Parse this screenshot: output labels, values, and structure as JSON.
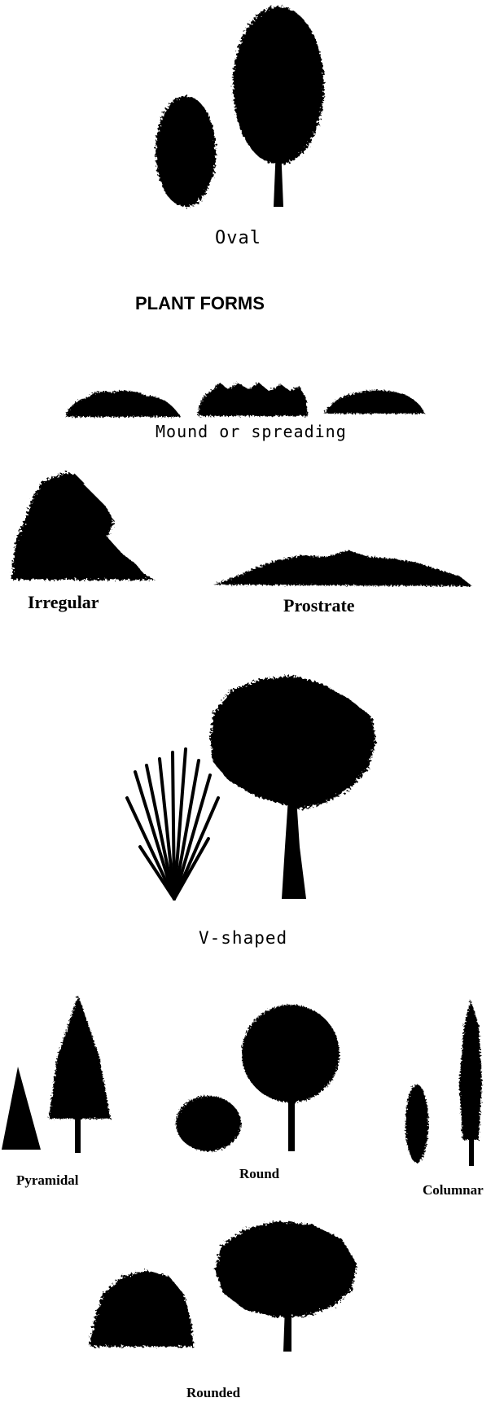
{
  "labels": {
    "oval": "Oval",
    "title": "PLANT FORMS",
    "mound": "Mound or spreading",
    "irregular": "Irregular",
    "prostrate": "Prostrate",
    "vshaped": "V-shaped",
    "pyramidal": "Pyramidal",
    "round": "Round",
    "columnar": "Columnar",
    "rounded": "Rounded"
  },
  "colors": {
    "silhouette": "#000000",
    "background": "#ffffff"
  }
}
